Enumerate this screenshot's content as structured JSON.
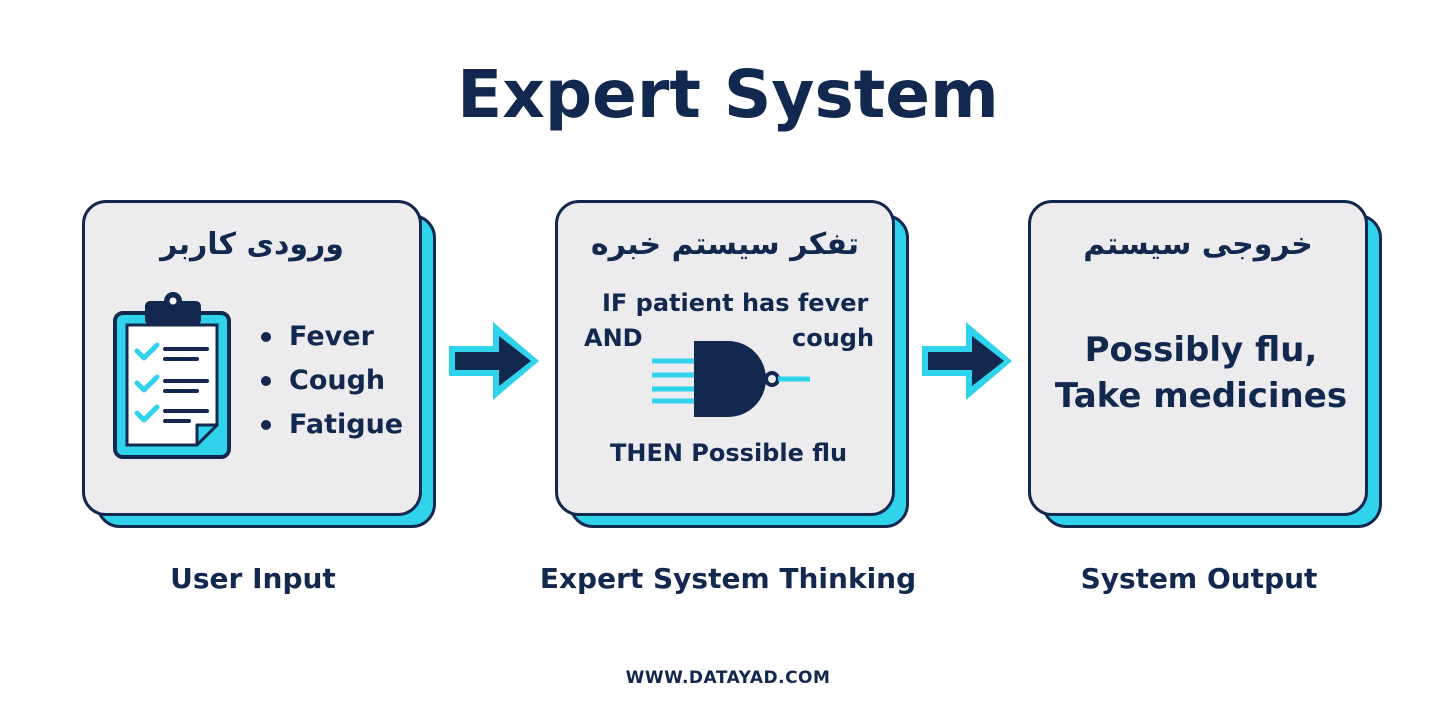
{
  "title": "Expert System",
  "cards": [
    {
      "heading_fa": "ورودی کاربر",
      "caption": "User Input",
      "symptoms": [
        "Fever",
        "Cough",
        "Fatigue"
      ]
    },
    {
      "heading_fa": "تفکر سیستم خبره",
      "caption": "Expert System Thinking",
      "rule": {
        "if_line": "IF patient has fever",
        "and_label": "AND",
        "second_condition": "cough",
        "then_line": "THEN Possible flu"
      }
    },
    {
      "heading_fa": "خروجی سیستم",
      "caption": "System Output",
      "output_lines": [
        "Possibly flu,",
        "Take medicines"
      ]
    }
  ],
  "footer": "WWW.DATAYAD.COM",
  "colors": {
    "navy": "#13284f",
    "cyan": "#2fd4ec",
    "card_bg": "#ececee"
  },
  "icons": [
    "clipboard-checklist-icon",
    "and-gate-icon",
    "right-arrow-icon"
  ]
}
